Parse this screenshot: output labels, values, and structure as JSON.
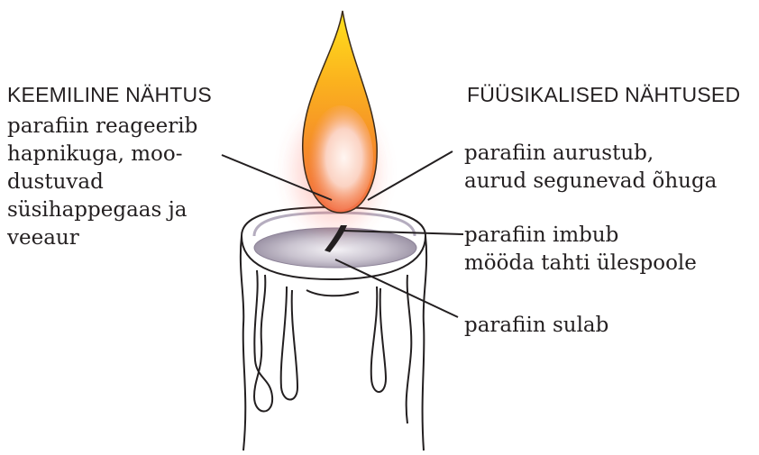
{
  "chemical": {
    "heading": "KEEMILINE NÄHTUS",
    "lines": [
      "parafiin reageerib",
      "hapnikuga, moo-",
      "dustuvad",
      "süsihappegaas ja",
      "veeaur"
    ]
  },
  "physical": {
    "heading": "FÜÜSIKALISED NÄHTUSED",
    "evaporates": [
      "parafiin aurustub,",
      "aurud segunevad õhuga"
    ],
    "soaks": [
      "parafiin imbub",
      "mööda tahti ülespoole"
    ],
    "melts": "parafiin sulab"
  },
  "icons": [
    "candle-icon",
    "flame-icon",
    "wick-icon"
  ],
  "colors": {
    "flame_tip": "#ffd21a",
    "flame_mid": "#f7941d",
    "flame_core": "#fbe9e4",
    "wax_pool": "#8b8196",
    "outline": "#231f20"
  }
}
